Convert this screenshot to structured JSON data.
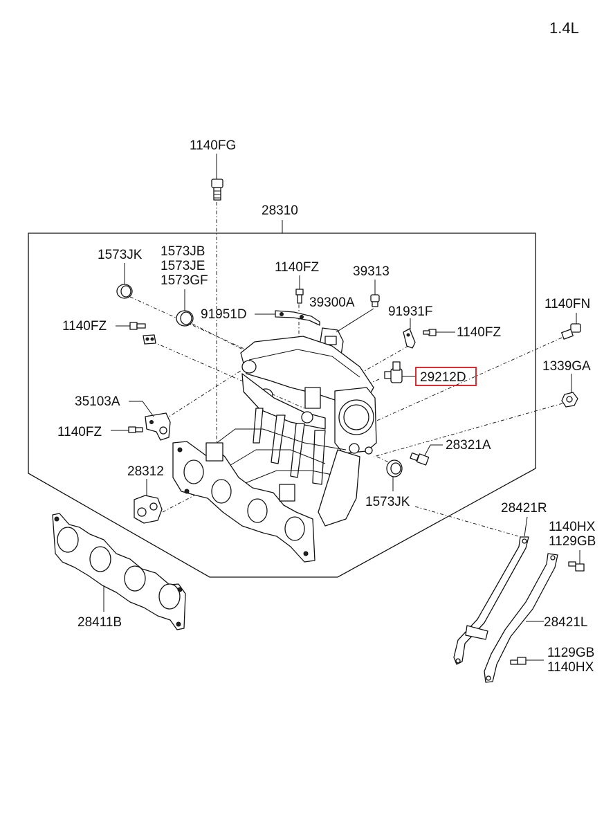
{
  "engine_variant": "1.4L",
  "highlight_color": "#d9161c",
  "labels": {
    "p1140FG": "1140FG",
    "p28310": "28310",
    "p1573JK_a": "1573JK",
    "p1573JB": "1573JB",
    "p1573JE": "1573JE",
    "p1573GF": "1573GF",
    "p1140FZ_top": "1140FZ",
    "p39313": "39313",
    "p39300A": "39300A",
    "p91951D": "91951D",
    "p91931F": "91931F",
    "p1140FN": "1140FN",
    "p1140FZ_left": "1140FZ",
    "p1140FZ_right": "1140FZ",
    "p29212D": "29212D",
    "p1339GA": "1339GA",
    "p35103A": "35103A",
    "p1140FZ_bracket": "1140FZ",
    "p28321A": "28321A",
    "p28312": "28312",
    "p1573JK_b": "1573JK",
    "p28421R": "28421R",
    "p1140HX_a": "1140HX",
    "p1129GB_a": "1129GB",
    "p28421L": "28421L",
    "p28411B": "28411B",
    "p1129GB_b": "1129GB",
    "p1140HX_b": "1140HX"
  }
}
